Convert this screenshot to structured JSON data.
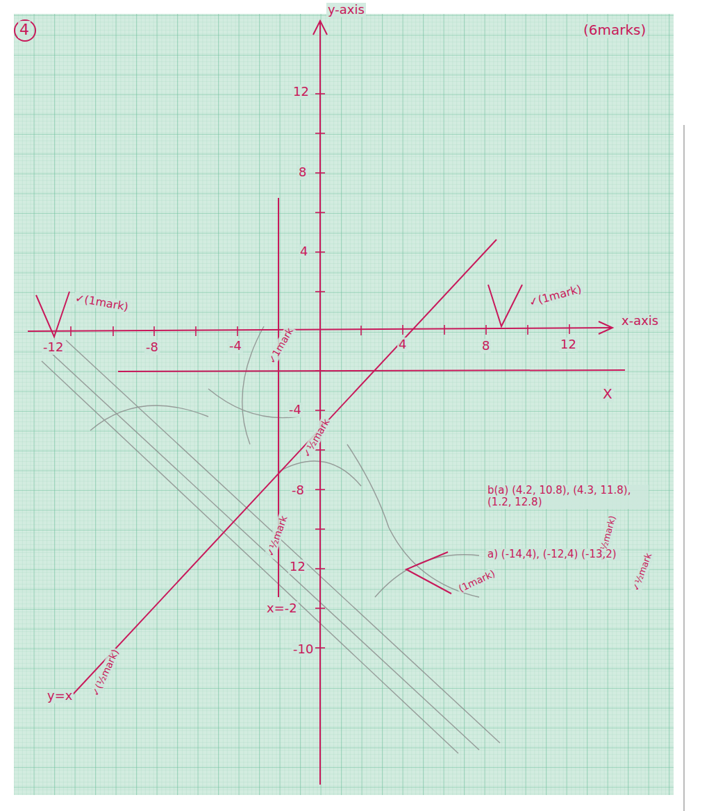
{
  "diagram": {
    "labels": [
      "4",
      "y-axis",
      "(6marks)",
      "12",
      "8",
      "4",
      "-4",
      "-8",
      "12",
      "-10",
      "-12",
      "-8",
      "-4",
      "4",
      "8",
      "12",
      "x-axis",
      "X",
      "✓(1mark)",
      "✓(1mark)",
      "✓1mark",
      "✓½mark",
      "y=x",
      "✓(½mark)",
      "✓½mark",
      "x=-2",
      "(1mark)",
      "b(a) (4.2, 10.8), (4.3, 11.8), (1.2, 12.8)",
      "✓(½mark)",
      "a) (-14,4), (-12,4) (-13,2)",
      "✓½mark"
    ]
  }
}
